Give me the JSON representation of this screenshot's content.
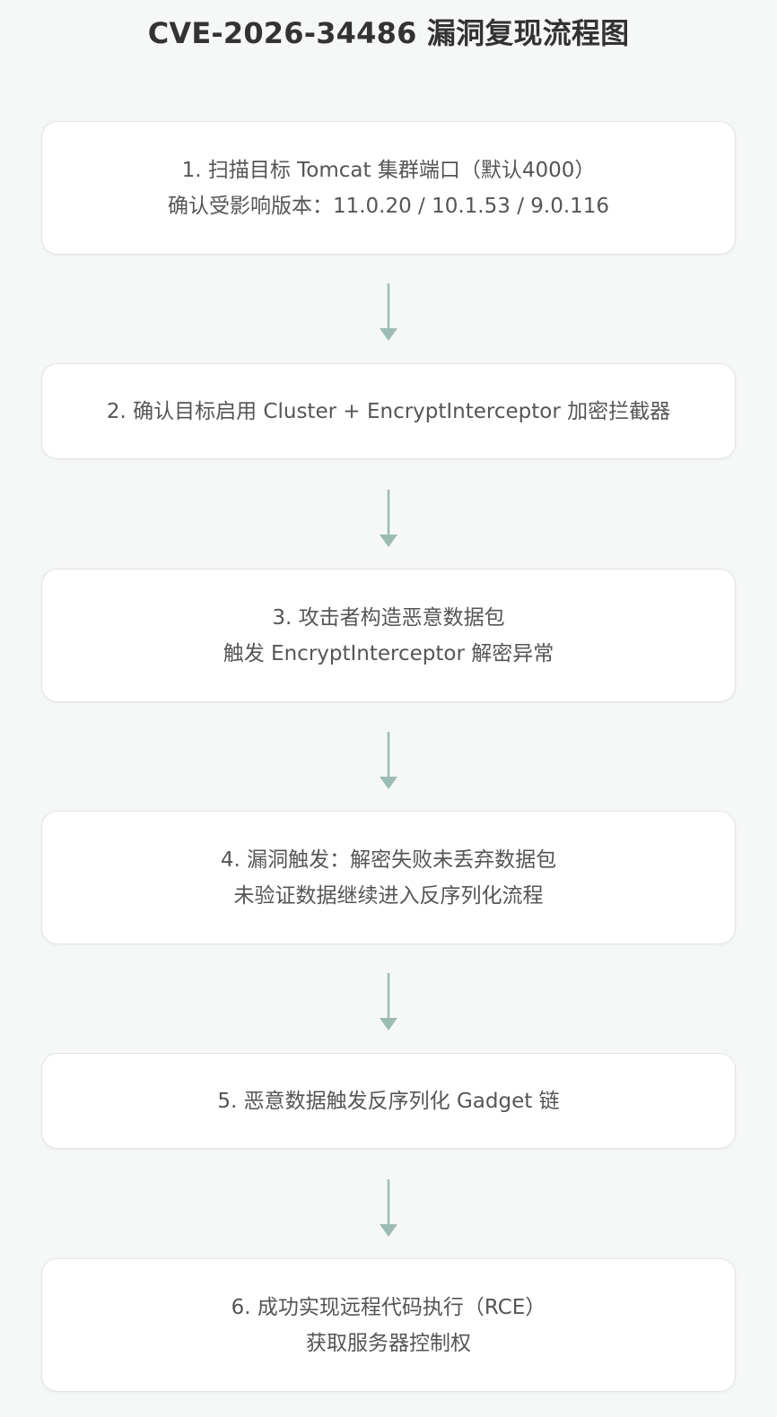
{
  "title": "CVE-2026-34486 漏洞复现流程图",
  "colors": {
    "background": "#f6f8f7",
    "card": "#ffffff",
    "card_border": "#e0e6e3",
    "arrow": "#9bbcb3",
    "text": "#555555",
    "title": "#333333"
  },
  "steps": [
    {
      "lines": [
        "1. 扫描目标 Tomcat 集群端口（默认4000）",
        "确认受影响版本：11.0.20 / 10.1.53 / 9.0.116"
      ]
    },
    {
      "lines": [
        "2. 确认目标启用 Cluster + EncryptInterceptor 加密拦截器"
      ]
    },
    {
      "lines": [
        "3. 攻击者构造恶意数据包",
        "触发 EncryptInterceptor 解密异常"
      ]
    },
    {
      "lines": [
        "4. 漏洞触发：解密失败未丢弃数据包",
        "未验证数据继续进入反序列化流程"
      ]
    },
    {
      "lines": [
        "5. 恶意数据触发反序列化 Gadget 链"
      ]
    },
    {
      "lines": [
        "6. 成功实现远程代码执行（RCE）",
        "获取服务器控制权"
      ]
    }
  ]
}
